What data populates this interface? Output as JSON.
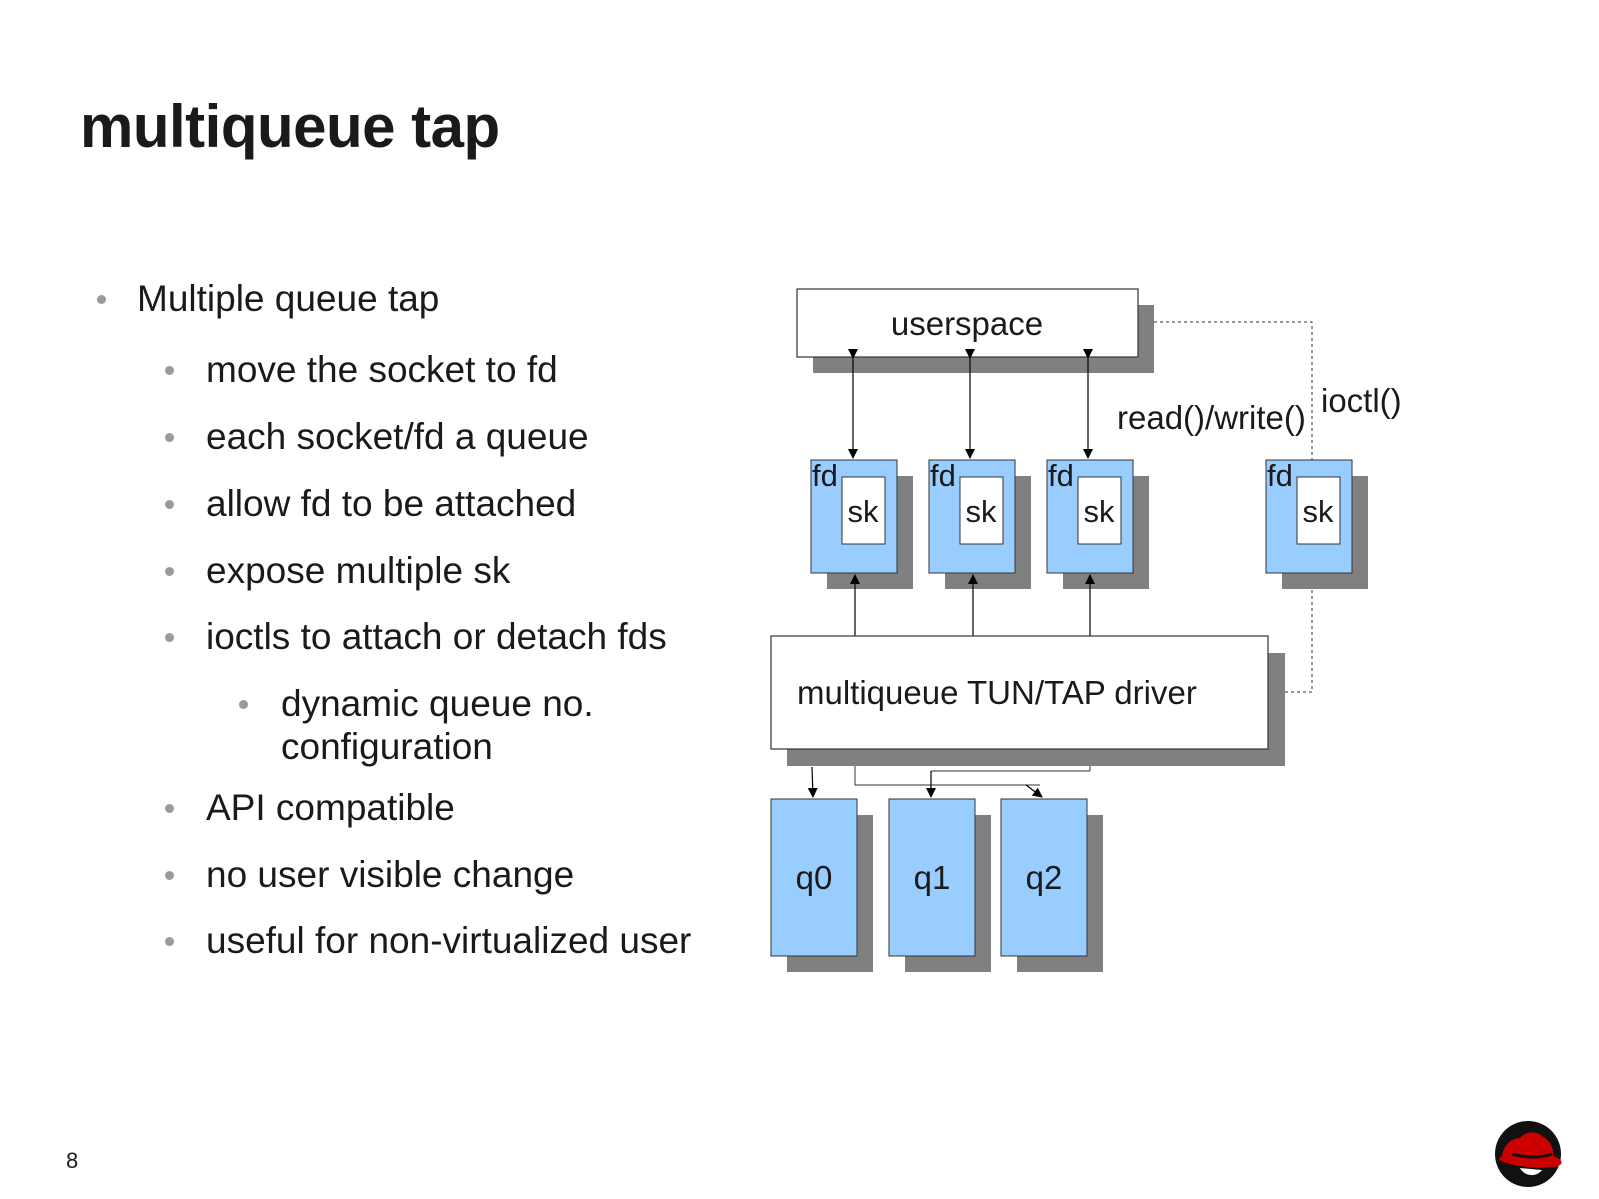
{
  "slide": {
    "title": "multiqueue tap",
    "page_number": "8"
  },
  "bullets": [
    {
      "level": 1,
      "text": "Multiple queue tap"
    },
    {
      "level": 2,
      "text": "move the socket to fd"
    },
    {
      "level": 2,
      "text": "each socket/fd a queue"
    },
    {
      "level": 2,
      "text": "allow fd to be attached"
    },
    {
      "level": 2,
      "text": "expose multiple sk"
    },
    {
      "level": 2,
      "text": "ioctls to attach or detach fds"
    },
    {
      "level": 3,
      "text": "dynamic queue no."
    },
    {
      "level": 3,
      "text": "configuration"
    },
    {
      "level": 2,
      "text": "API compatible"
    },
    {
      "level": 2,
      "text": "no user visible change"
    },
    {
      "level": 2,
      "text": "useful for non-virtualized user"
    }
  ],
  "diagram": {
    "userspace_label": "userspace",
    "rw_label": "read()/write()",
    "ioctl_label": "ioctl()",
    "fd_label": "fd",
    "sk_label": "sk",
    "driver_label": "multiqueue TUN/TAP driver",
    "queues": [
      "q0",
      "q1",
      "q2"
    ],
    "colors": {
      "box_fill": "#99ccff",
      "shadow": "#808080",
      "stroke": "#333333"
    }
  }
}
